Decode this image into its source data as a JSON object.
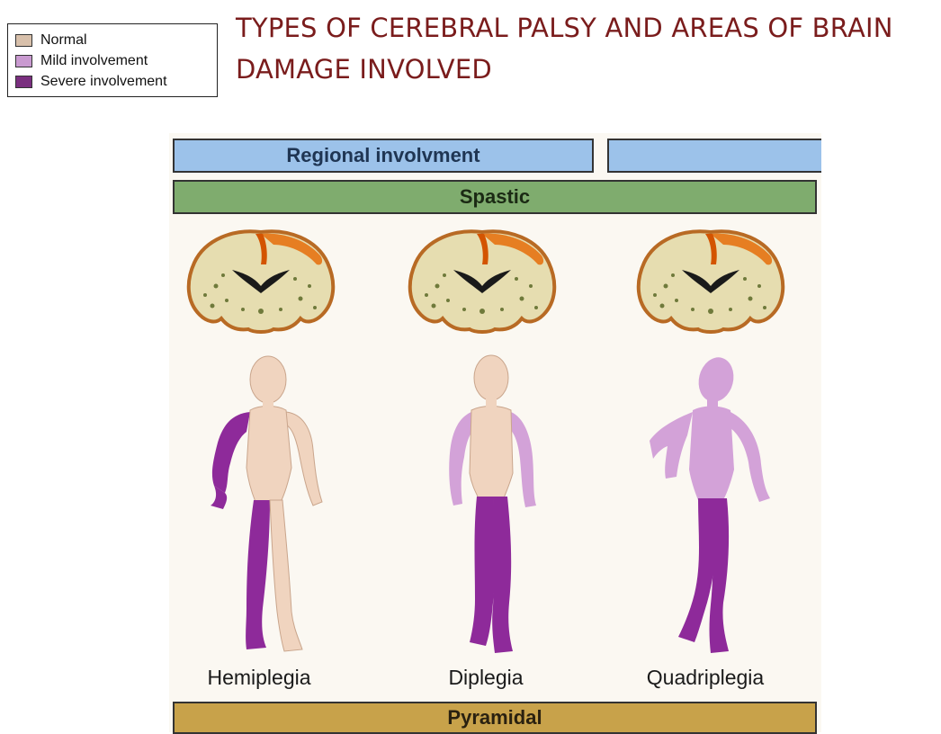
{
  "title": {
    "line1": "TYPES OF CEREBRAL PALSY AND AREAS OF BRAIN",
    "line2": "DAMAGE INVOLVED"
  },
  "legend": {
    "items": [
      {
        "label": "Normal",
        "color": "#d8c0ab"
      },
      {
        "label": "Mild involvement",
        "color": "#c99ad0"
      },
      {
        "label": "Severe involvement",
        "color": "#7a2f7f"
      }
    ]
  },
  "bars": {
    "regional": "Regional involvment",
    "spastic": "Spastic",
    "pyramidal": "Pyramidal"
  },
  "figures": [
    {
      "label": "Hemiplegia"
    },
    {
      "label": "Diplegia"
    },
    {
      "label": "Quadriplegia"
    }
  ],
  "colors": {
    "normal_skin": "#f0d4bf",
    "mild": "#d3a2d8",
    "severe": "#8e2a9a",
    "brain_tissue": "#e6ddb0",
    "cortex_lesion": "#e67e22",
    "regional_bar": "#9cc2ea",
    "spastic_bar": "#7fac6e",
    "pyramidal_bar": "#c8a24a",
    "title": "#7a1c1c"
  }
}
